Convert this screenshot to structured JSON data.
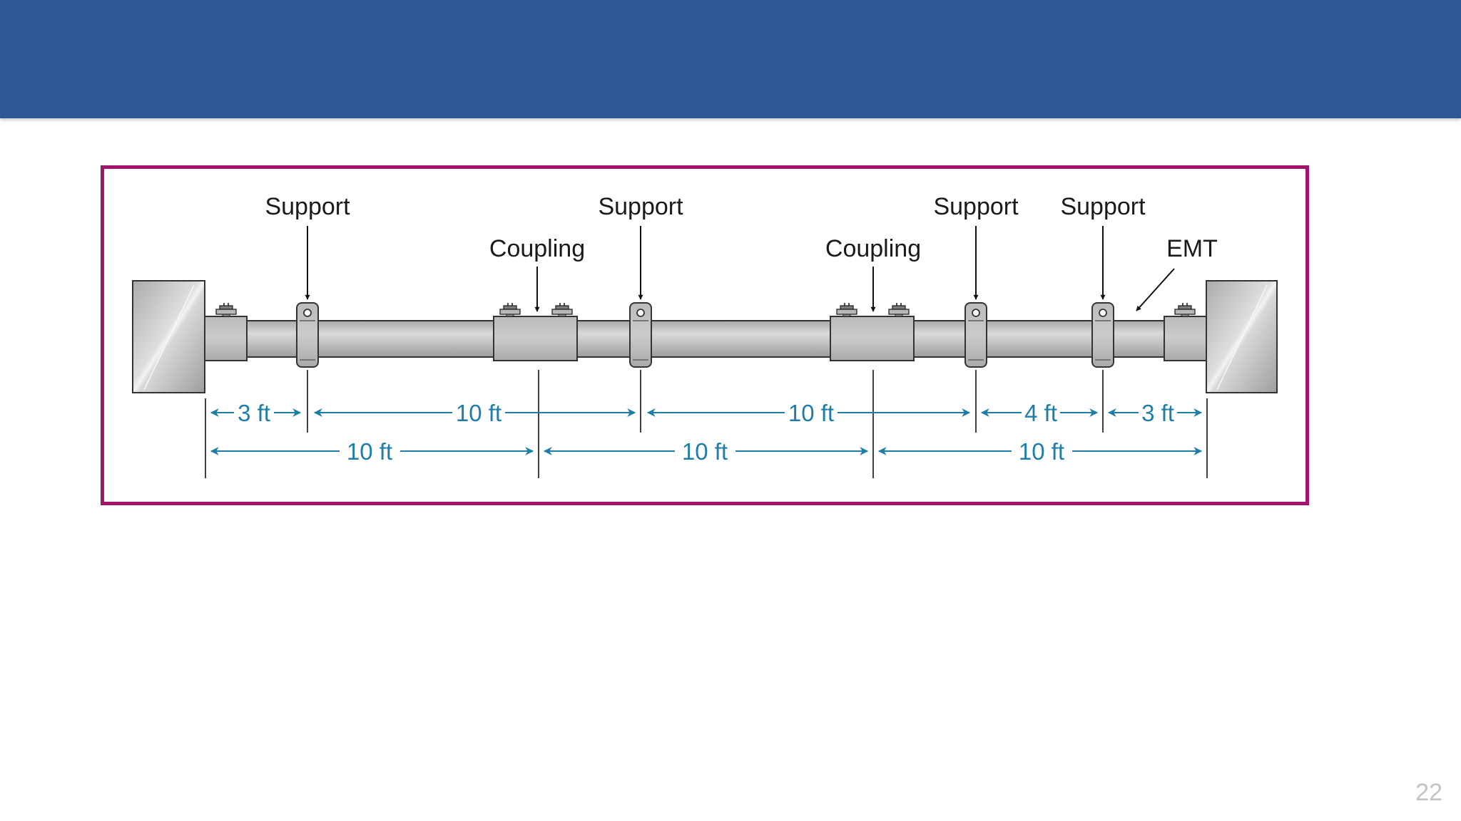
{
  "slide": {
    "page_number": "22"
  },
  "figure": {
    "callouts": [
      {
        "id": "support-1",
        "text": "Support"
      },
      {
        "id": "coupling-1",
        "text": "Coupling"
      },
      {
        "id": "support-2",
        "text": "Support"
      },
      {
        "id": "coupling-2",
        "text": "Coupling"
      },
      {
        "id": "support-3",
        "text": "Support"
      },
      {
        "id": "support-4",
        "text": "Support"
      },
      {
        "id": "emt",
        "text": "EMT"
      }
    ],
    "support_spacing": [
      "3 ft",
      "10 ft",
      "10 ft",
      "4 ft",
      "3 ft"
    ],
    "conduit_lengths": [
      "10 ft",
      "10 ft",
      "10 ft"
    ],
    "colors": {
      "header": "#2f5897",
      "frame": "#a2136b",
      "dimension": "#1f7ea8",
      "metal": "#c4c6c8"
    }
  }
}
